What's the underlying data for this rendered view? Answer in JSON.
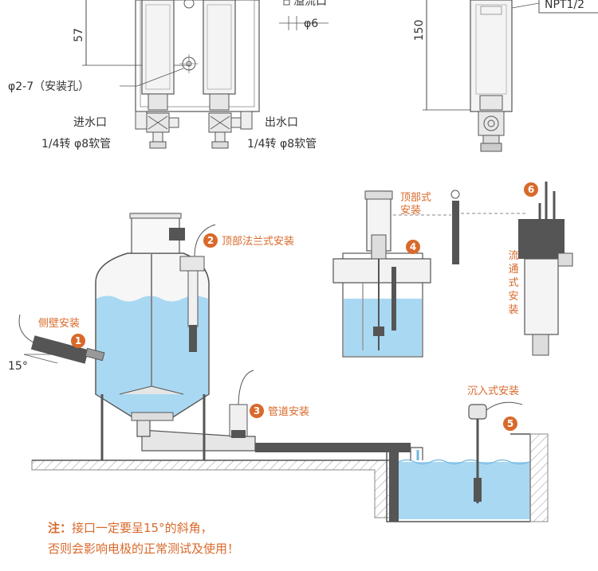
{
  "top_diagram": {
    "overflow_label": "溢流口",
    "phi6": "φ6",
    "dim57": "57",
    "dim150": "150",
    "npt": "NPT1/2",
    "mount_hole": "φ2-7（安装孔）",
    "inlet": "进水口",
    "inlet_spec": "1/4转 φ8软管",
    "outlet": "出水口",
    "outlet_spec": "1/4转 φ8软管"
  },
  "installations": [
    {
      "num": "1",
      "label": "侧壁安装"
    },
    {
      "num": "2",
      "label": "顶部法兰式安装"
    },
    {
      "num": "3",
      "label": "管道安装"
    },
    {
      "num": "4",
      "label": ""
    },
    {
      "num": "5",
      "label": "沉入式安装"
    },
    {
      "num": "6",
      "label": ""
    }
  ],
  "top_mount_label": "顶部式安装",
  "flow_mount_label": "流通式安装",
  "angle": "15°",
  "note": {
    "prefix": "注：",
    "line1": "接口一定要呈15°的斜角，",
    "line2": "否则会影响电极的正常测试及使用！"
  },
  "colors": {
    "accent": "#d9692b",
    "water": "#a9d8f2",
    "line": "#555555",
    "dark": "#333333"
  }
}
